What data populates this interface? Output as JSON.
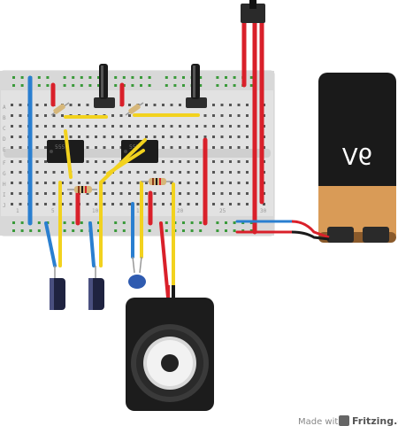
{
  "battery": {
    "label": "9V"
  },
  "breadboard": {
    "column_numbers": [
      "1",
      "5",
      "10",
      "15",
      "20",
      "25",
      "30"
    ],
    "row_letters_top": [
      "A",
      "B",
      "C",
      "D",
      "E"
    ],
    "row_letters_bottom": [
      "F",
      "G",
      "H",
      "I",
      "J"
    ]
  },
  "ic_labels": [
    "555",
    "555"
  ],
  "footer": {
    "made_with": "Made with",
    "brand": "Fritzing.org"
  },
  "colors": {
    "wire_red": "#d9202a",
    "wire_blue": "#2a7fd0",
    "wire_yellow": "#f2d21e",
    "board": "#e6e6e6",
    "battery_black": "#1a1a1a",
    "battery_copper": "#d99b57"
  }
}
